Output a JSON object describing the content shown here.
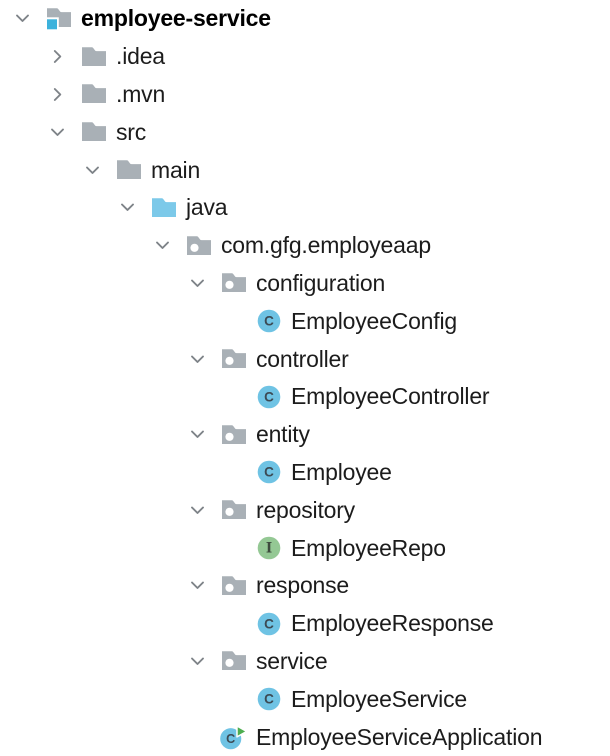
{
  "app": {
    "name": "ide-project-explorer",
    "view": "project-tree"
  },
  "colors": {
    "background": "#ffffff",
    "text": "#1c1c1c",
    "root_text": "#000000",
    "chevron": "#7e8388",
    "folder": "#a9b0b6",
    "source_folder": "#7cc9e9",
    "project_badge": "#3cb2dc",
    "package_dot": "#ffffff",
    "class_circle": "#6fc3e4",
    "class_letter": "#3c4b55",
    "interface_circle": "#94c894",
    "interface_letter": "#3d4b3d",
    "run_arrow": "#4cad4f"
  },
  "tree": {
    "icon_glyphs": {
      "class": "C",
      "interface": "I"
    },
    "rows": [
      {
        "label": "employee-service",
        "level": 0,
        "expand": "expanded",
        "icon": "project-folder",
        "bold": true
      },
      {
        "label": ".idea",
        "level": 1,
        "expand": "collapsed",
        "icon": "folder"
      },
      {
        "label": ".mvn",
        "level": 1,
        "expand": "collapsed",
        "icon": "folder"
      },
      {
        "label": "src",
        "level": 1,
        "expand": "expanded",
        "icon": "folder"
      },
      {
        "label": "main",
        "level": 2,
        "expand": "expanded",
        "icon": "folder"
      },
      {
        "label": "java",
        "level": 3,
        "expand": "expanded",
        "icon": "source-folder"
      },
      {
        "label": "com.gfg.employeaap",
        "level": 4,
        "expand": "expanded",
        "icon": "package"
      },
      {
        "label": "configuration",
        "level": 5,
        "expand": "expanded",
        "icon": "package"
      },
      {
        "label": "EmployeeConfig",
        "level": 6,
        "expand": "none",
        "icon": "class"
      },
      {
        "label": "controller",
        "level": 5,
        "expand": "expanded",
        "icon": "package"
      },
      {
        "label": "EmployeeController",
        "level": 6,
        "expand": "none",
        "icon": "class"
      },
      {
        "label": "entity",
        "level": 5,
        "expand": "expanded",
        "icon": "package"
      },
      {
        "label": "Employee",
        "level": 6,
        "expand": "none",
        "icon": "class"
      },
      {
        "label": "repository",
        "level": 5,
        "expand": "expanded",
        "icon": "package"
      },
      {
        "label": "EmployeeRepo",
        "level": 6,
        "expand": "none",
        "icon": "interface"
      },
      {
        "label": "response",
        "level": 5,
        "expand": "expanded",
        "icon": "package"
      },
      {
        "label": "EmployeeResponse",
        "level": 6,
        "expand": "none",
        "icon": "class"
      },
      {
        "label": "service",
        "level": 5,
        "expand": "expanded",
        "icon": "package"
      },
      {
        "label": "EmployeeService",
        "level": 6,
        "expand": "none",
        "icon": "class"
      },
      {
        "label": "EmployeeServiceApplication",
        "level": 5,
        "expand": "none",
        "icon": "runnable-class"
      }
    ]
  }
}
